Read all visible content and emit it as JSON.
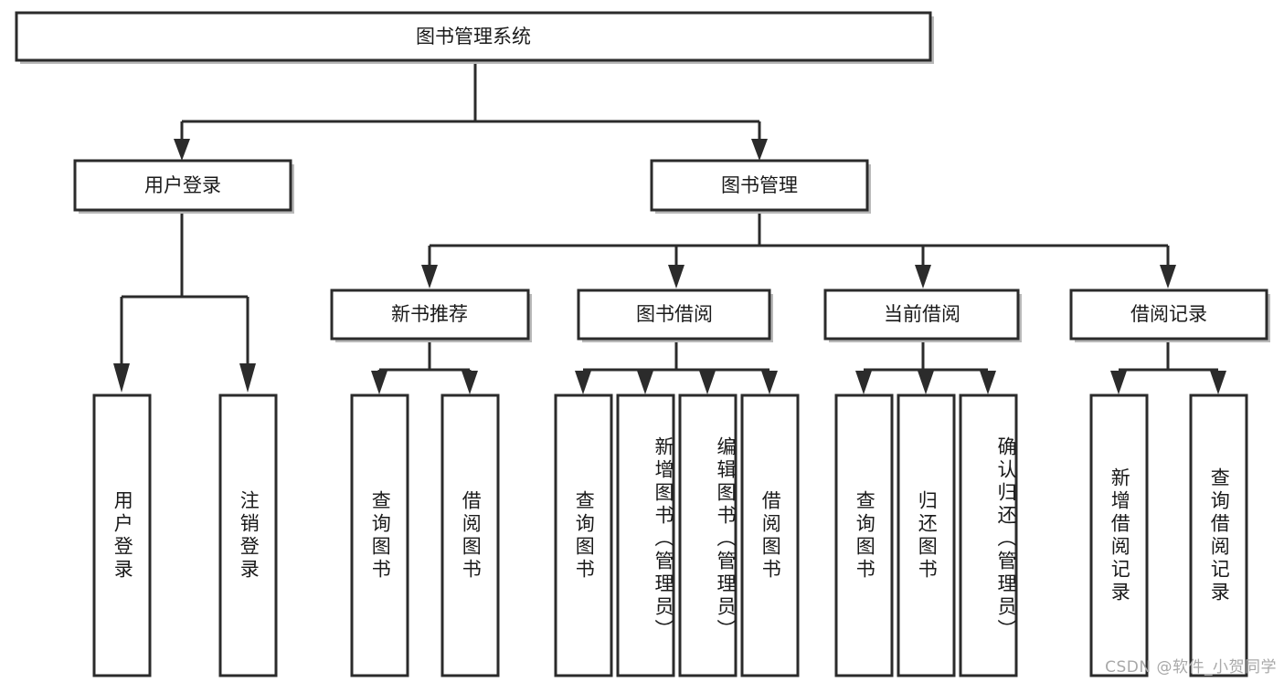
{
  "diagram": {
    "type": "tree",
    "title": "图书管理系统",
    "root": {
      "id": "root",
      "label": "图书管理系统",
      "orientation": "horizontal"
    },
    "level2": [
      {
        "id": "user-login",
        "label": "用户登录",
        "orientation": "horizontal"
      },
      {
        "id": "book-manage",
        "label": "图书管理",
        "orientation": "horizontal"
      }
    ],
    "level3": [
      {
        "id": "new-book-recommend",
        "label": "新书推荐",
        "parent": "book-manage",
        "orientation": "horizontal"
      },
      {
        "id": "book-borrow",
        "label": "图书借阅",
        "parent": "book-manage",
        "orientation": "horizontal"
      },
      {
        "id": "current-borrow",
        "label": "当前借阅",
        "parent": "book-manage",
        "orientation": "horizontal"
      },
      {
        "id": "borrow-record",
        "label": "借阅记录",
        "parent": "book-manage",
        "orientation": "horizontal"
      }
    ],
    "leaves": [
      {
        "id": "leaf-user-login",
        "label": "用户登录",
        "parent": "user-login",
        "orientation": "vertical"
      },
      {
        "id": "leaf-logout-login",
        "label": "注销登录",
        "parent": "user-login",
        "orientation": "vertical"
      },
      {
        "id": "leaf-query-book-1",
        "label": "查询图书",
        "parent": "new-book-recommend",
        "orientation": "vertical"
      },
      {
        "id": "leaf-borrow-book-1",
        "label": "借阅图书",
        "parent": "new-book-recommend",
        "orientation": "vertical"
      },
      {
        "id": "leaf-query-book-2",
        "label": "查询图书",
        "parent": "book-borrow",
        "orientation": "vertical"
      },
      {
        "id": "leaf-add-book",
        "label": "新增图书（管理员）",
        "parent": "book-borrow",
        "orientation": "vertical"
      },
      {
        "id": "leaf-edit-book",
        "label": "编辑图书（管理员）",
        "parent": "book-borrow",
        "orientation": "vertical"
      },
      {
        "id": "leaf-borrow-book-2",
        "label": "借阅图书",
        "parent": "book-borrow",
        "orientation": "vertical"
      },
      {
        "id": "leaf-query-book-3",
        "label": "查询图书",
        "parent": "current-borrow",
        "orientation": "vertical"
      },
      {
        "id": "leaf-return-book",
        "label": "归还图书",
        "parent": "current-borrow",
        "orientation": "vertical"
      },
      {
        "id": "leaf-confirm-return",
        "label": "确认归还（管理员）",
        "parent": "current-borrow",
        "orientation": "vertical"
      },
      {
        "id": "leaf-add-record",
        "label": "新增借阅记录",
        "parent": "borrow-record",
        "orientation": "vertical"
      },
      {
        "id": "leaf-query-record",
        "label": "查询借阅记录",
        "parent": "borrow-record",
        "orientation": "vertical"
      }
    ],
    "colors": {
      "node_fill": "#ffffff",
      "node_stroke": "#2b2b2b",
      "text": "#1a1a1a",
      "background": "#ffffff",
      "watermark": "#a8a8a8"
    }
  },
  "watermark": {
    "text": "CSDN @软件_小贺同学"
  }
}
